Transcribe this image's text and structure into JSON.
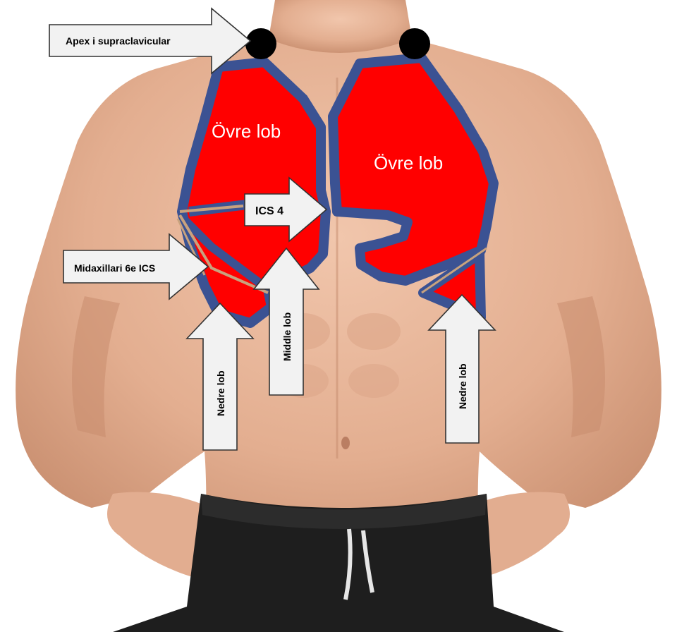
{
  "labels": {
    "apex": "Apex i supraclavicular",
    "ics4": "ICS 4",
    "midaxillary": "Midaxillari 6e ICS",
    "middle_lobe": "Middle lob",
    "lower_lobe_right": "Nedre lob",
    "lower_lobe_left": "Nedre lob",
    "upper_lobe_right": "Övre lob",
    "upper_lobe_left": "Övre lob"
  },
  "colors": {
    "lung_fill": "#ff0000",
    "lung_outline": "#3b5293",
    "fissure_line": "#c8a27e",
    "skin": "#e8b69a",
    "shorts": "#1e1e1e",
    "landmark_dot": "#000000",
    "arrow_fill": "#f2f2f2"
  },
  "icons": {
    "landmark": "black-circle",
    "pointer": "block-arrow"
  }
}
